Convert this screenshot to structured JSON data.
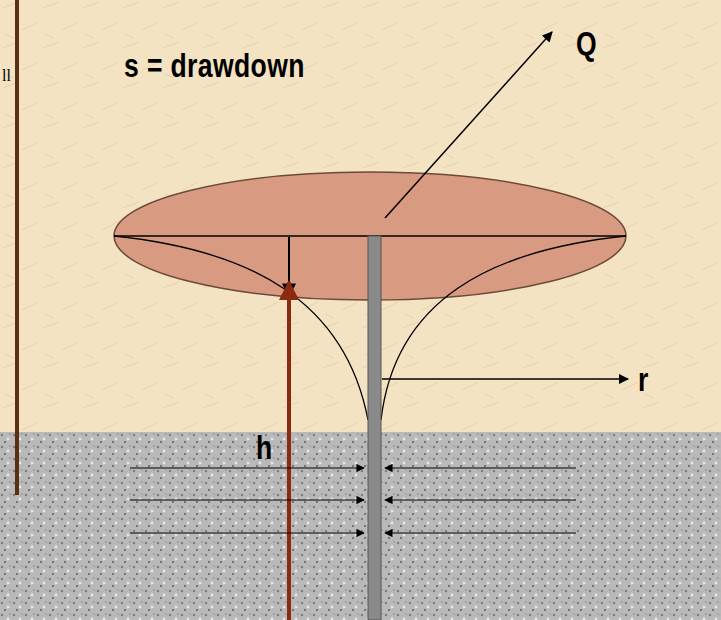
{
  "diagram": {
    "labels": [
      "s = drawdown",
      "Q",
      "h",
      "r",
      "ll"
    ]
  }
}
